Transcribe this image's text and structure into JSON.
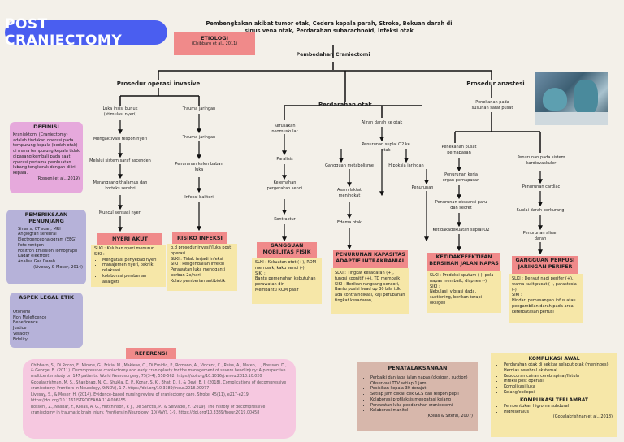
{
  "title": "POST CRANIECTOMY",
  "causes_line1": "Pembengkakan akibat tumor otak, Cedera kepala parah, Stroke, Bekuan darah di",
  "causes_line2": "sinus vena otak, Perdarahan subarachnoid, Infeksi otak",
  "etiologi": {
    "heading": "ETIOLOGI",
    "citation": "(Chibbaro et al., 2011)"
  },
  "pembedahan": "Pembedahan Craniectomi",
  "prosedur_invasive": "Prosedur operasi invasive",
  "prosedur_anastesi": "Prosedur anastesi",
  "perdarahan_otak": "Perdarahan otak",
  "definisi": {
    "heading": "DEFINISI",
    "text": "Kraniektomi (Craniectomy) adalah tindakan operasi pada tempurung kepala (bedah otak) di mana tempurung kepala tidak dipasang kembali pada saat operasi pertama pembuatan lubang tengkorak dengan diliri kepala.",
    "citation": "(Rosseni et al., 2019)"
  },
  "pemeriksaan": {
    "heading": "PEMERIKSAAN PENUNJANG",
    "items": [
      "Sinar x, CT scan, MRI",
      "Angiografi serebral",
      "Electroencephalogram (EEG)",
      "Foto rontgen",
      "Positron Emission Tomograph",
      "Kadar elektrolit",
      "Analisa Gas Darah"
    ],
    "citation": "(Livesay & Moser, 2014)"
  },
  "aspek_legal": {
    "heading": "ASPEK LEGAL ETIK",
    "items": [
      "Otonomi",
      "Non Maleficence",
      "Beneficence",
      "Justice",
      "Veracity",
      "Fidelity"
    ]
  },
  "flow": {
    "luka_insisi": "Luka insisi bunuk (stimulasi nyeri)",
    "mengaktivasi": "Mengaktivasi respon nyeri",
    "melalui": "Melalui sistem saraf ascenden",
    "merangsang": "Merangsang thalamus dan korteks serebri",
    "muncul": "Muncul sensasi nyeri",
    "trauma_jaringan": "Trauma jaringan",
    "trauma_jaringan2": "Trauma jaringan",
    "penurunan_kelembaban": "Penurunan kelembaban luka",
    "infeksi_bakteri": "Infeksi bakteri",
    "kerusakan": "Kerusakan neomuskular",
    "paralisis": "Paralisis",
    "kelemahan": "Kelemahan pergerakan sendi",
    "kontraktur": "Kontraktur",
    "aliran_darah": "Aliran darah ke otak",
    "penurunan_suplai": "Penurunan suplai O2 ke otak",
    "gangguan_metabolisme": "Gangguan metabolisme",
    "asam_laktat": "Asam laktat meningkat",
    "edema": "Edema otak",
    "hipoksia": "Hipoksia jaringan",
    "penurunan": "Penurunan",
    "penekanan_saraf": "Penekanan pada susunan saraf pusat",
    "penekanan_pusat": "Penekanan pusat pernapasan",
    "penurunan_kerja": "Penurunan kerja organ pernapasan",
    "penurunan_ekspansi": "Penurunan ekspansi paru dan secret",
    "ketidakadekuatan": "Ketidakadekuatan suplai O2",
    "penurunan_kardio": "Penurunan pada sistem kardiovaskuler",
    "penurunan_cardiac": "Penurunan cardiac",
    "suplai_darah": "Suplai darah berkurang",
    "penurunan_aliran": "Penurunan aliran darah"
  },
  "nyeri_akut": {
    "heading": "NYERI AKUT",
    "line1": "SLKI : Keluhan nyeri menurun",
    "line2": "SIKI :",
    "items": [
      "Mengatasi penyebab nyeri",
      "manajemen nyeri, teknik relaksasi",
      "kolaborasi pemberian analgeti"
    ]
  },
  "risiko_infeksi": {
    "heading": "RISIKO INFEKSI",
    "lines": [
      "b.d prosedur invasif/luka post operasi",
      "SLKI : Tidak terjadi infeksi",
      "SIKI : Pengendalian infeksi",
      "Perawatan luka mengganti perban 2x/hari",
      "Kolab pemberian antibiotik"
    ]
  },
  "gangguan_mobilitas": {
    "heading": "GANGGUAN MOBILITAS FISIK",
    "lines": [
      "SLKI : Kekuatan otot (+), ROM membaik, kaku sendi (-)",
      "SIKI :",
      "Bantu pemenuhan kebutuhan perawatan diri",
      "Membantu ROM pasif"
    ]
  },
  "penurunan_kapasitas": {
    "heading": "PENURUNAN KAPASITAS ADAPTIF INTRAKRANIAL",
    "lines": [
      "SLKI : Tingkat kesadaran (+), fungsi kognitif (+), TD membaik",
      "SIKI : Berikan rangsang sensori, Bantu posisi head up 30 bila tdk ada kontraindikasi, kaji perubahan tingkat kesadaran,"
    ]
  },
  "ketidakefektifan": {
    "heading": "KETIDAKEFEKTIFAN BERSIHAN JALAN NAPAS",
    "lines": [
      "SLKI : Produksi sputum (-), pola napas membaik, dispnea (-)",
      "SIKI :",
      "Nebulasi, vibrasi dada, suctioning, berikan terapi oksigen"
    ]
  },
  "gangguan_perfusi": {
    "heading": "GANGGUAN PERFUSI JARINGAN PERIFER",
    "lines": [
      "SLKI : Denyut nadi perifer (+), warna kulit pucat (-), parastesia (-)",
      "SIKI :",
      "Hindari pemasangan infus atau pengambilan darah pada area keterbatasan perfusi"
    ]
  },
  "referensi": {
    "heading": "REFERENSI",
    "entries": [
      "Chibbaro, S., Di Rocco, F., Mirone, G., Fricia, M., Makiese, O., Di Emidio, P., Romano, A., Vincent, C., Reiss, A., Mateo, L., Bresson, D., & George, B. (2011). Decompressive craniectomy and early cranioplasty for the management of severe head injury: A prospective multicenter study on 147 patients. World Neurosurgery, 75(3-4), 558-562. https://doi.org/10.1016/j.wneu.2010.10.020",
      "Gopalakrishnan, M. S., Shanbhag, N. C., Shukla, D. P., Konar, S. K., Bhat, D. I., & Devi, B. I. (2018). Complications of decompressive craniectomy. Frontiers in Neurology, 9(NOV), 1-7. https://doi.org/10.3389/fneur.2018.00977",
      "Livesay, S., & Moser, H. (2014). Evidence-based nursing review of craniectomy care. Stroke, 45(11), e217-e219. https://doi.org/10.1161/STROKEAHA.114.006555",
      "Rosseni, Z., Nasbar, F., Kolias, A. G., Hutchinson, P. J., De Sanctis, P., & Servadei, F. (2019). The history of decompressive craniectomy in traumatic brain injury. Frontiers in Neurology, 10(MAY), 1-9. https://doi.org/10.3389/fneur.2019.00458"
    ]
  },
  "penatalaksanaan": {
    "heading": "PENATALAKSANAAN",
    "items": [
      "Perbaiki dan jaga jalan napas (oksigen, suction)",
      "Observasi TTV setiap 1 jam",
      "Posisikan kepala 30 derajat",
      "Setiap jam cekali cek GCS dan respon pupil",
      "Kolaborasi profilaksis mengatasi kejang",
      "Perawatan luka pendarahan craniectomi",
      "Kolaborasi manitol"
    ],
    "citation": "(Kolias & Sitefal, 2007)"
  },
  "komplikasi": {
    "heading_awal": "KOMPLIKASI AWAL",
    "awal": [
      "Perdarahan otak di sekitar selaput otak (meninges)",
      "Hernias serebral eksternal",
      "Kebocoran cairan cerebrspinal/fistula",
      "Infeksi post operasi",
      "Komplikasi luka",
      "Kejang/epilepsi"
    ],
    "heading_terlambat": "KOMPLIKASI TERLAMBAT",
    "terlambat": [
      "Pembentukan higroma subdural",
      "Hidrosefalus"
    ],
    "citation": "(Gopalakrishnan et al., 2018)"
  },
  "colors": {
    "title_bg": "#4a5ef0",
    "red_header": "#f08a8a",
    "definisi_bg": "#e6a9dc",
    "pemeriksaan_bg": "#b6b2d9",
    "beige": "#f6e7a8",
    "referensi_bg": "#f6c8e0",
    "penatalaksanaan_bg": "#d7b7ab"
  }
}
